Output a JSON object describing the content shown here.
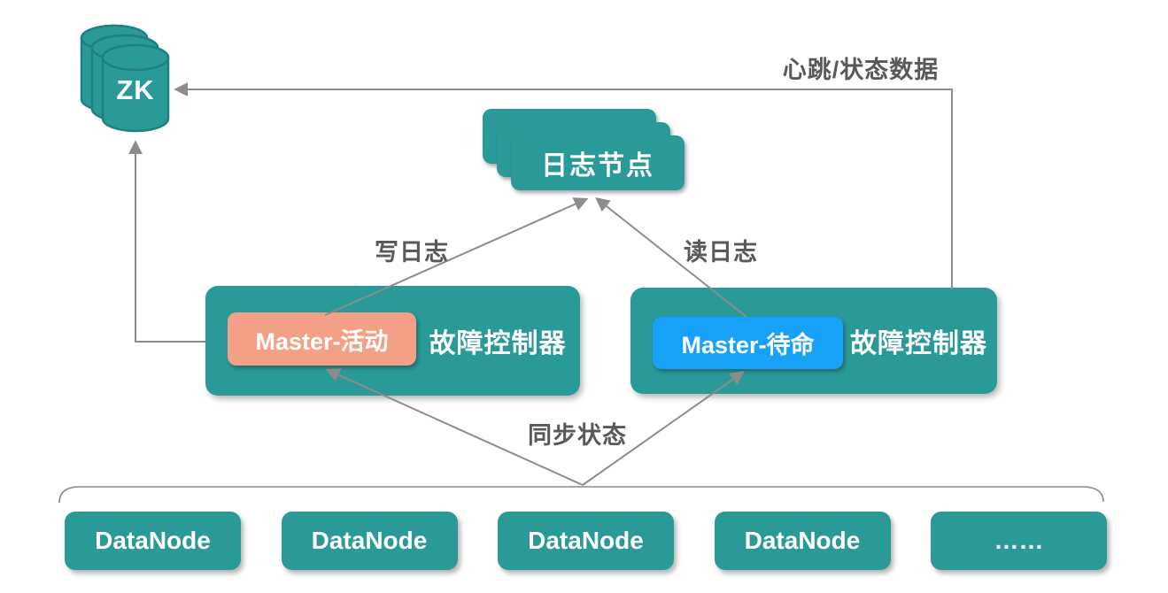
{
  "zk": {
    "label": "ZK"
  },
  "journal": {
    "label": "日志节点"
  },
  "active_controller": {
    "badge": "Master-活动",
    "label": "故障控制器"
  },
  "standby_controller": {
    "badge": "Master-待命",
    "label": "故障控制器"
  },
  "edges": {
    "heartbeat": "心跳/状态数据",
    "write_log": "写日志",
    "read_log": "读日志",
    "sync_state": "同步状态"
  },
  "datanodes": [
    {
      "label": "DataNode"
    },
    {
      "label": "DataNode"
    },
    {
      "label": "DataNode"
    },
    {
      "label": "DataNode"
    },
    {
      "label": "……"
    }
  ],
  "colors": {
    "node_teal": "#2A9A99",
    "node_teal_dark": "#1C8180",
    "active_badge": "#F4A087",
    "standby_badge": "#17A2F7",
    "connector_gray": "#8C8C8C",
    "label_gray": "#595959"
  }
}
